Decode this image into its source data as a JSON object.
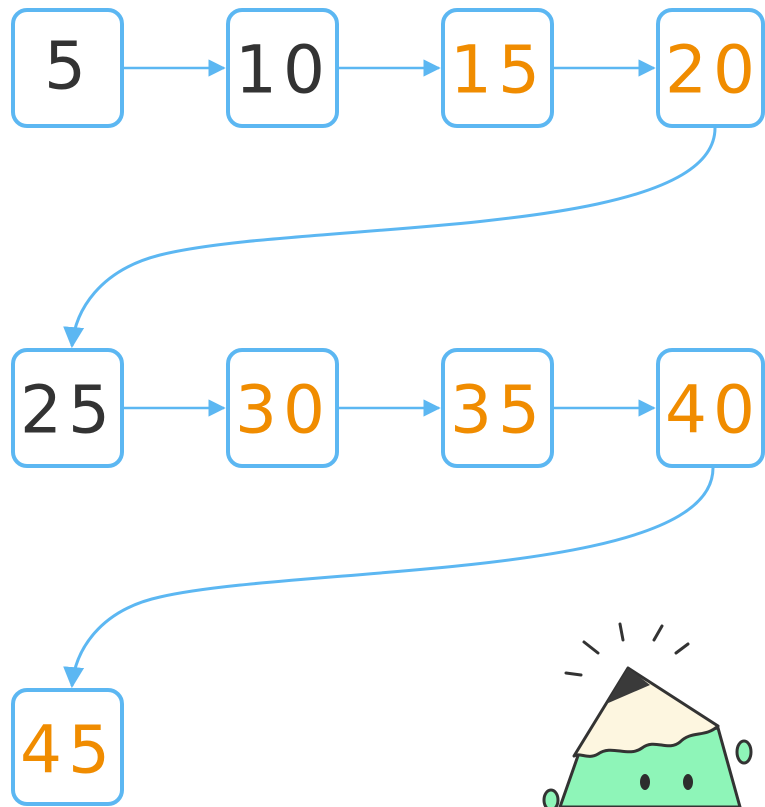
{
  "colors": {
    "box_border": "#5cb7f2",
    "arrow": "#5cb7f2",
    "plain_number": "#333333",
    "highlight_number": "#f08c00",
    "mascot_body": "#8ef5b8",
    "mascot_wood": "#fdf6e0"
  },
  "nodes": [
    {
      "value": "5",
      "highlight": false
    },
    {
      "value": "10",
      "highlight": false
    },
    {
      "value": "15",
      "highlight": true
    },
    {
      "value": "20",
      "highlight": true
    },
    {
      "value": "25",
      "highlight": false
    },
    {
      "value": "30",
      "highlight": true
    },
    {
      "value": "35",
      "highlight": true
    },
    {
      "value": "40",
      "highlight": true
    },
    {
      "value": "45",
      "highlight": true
    }
  ],
  "mascot": {
    "icon": "pencil-mascot-icon"
  }
}
